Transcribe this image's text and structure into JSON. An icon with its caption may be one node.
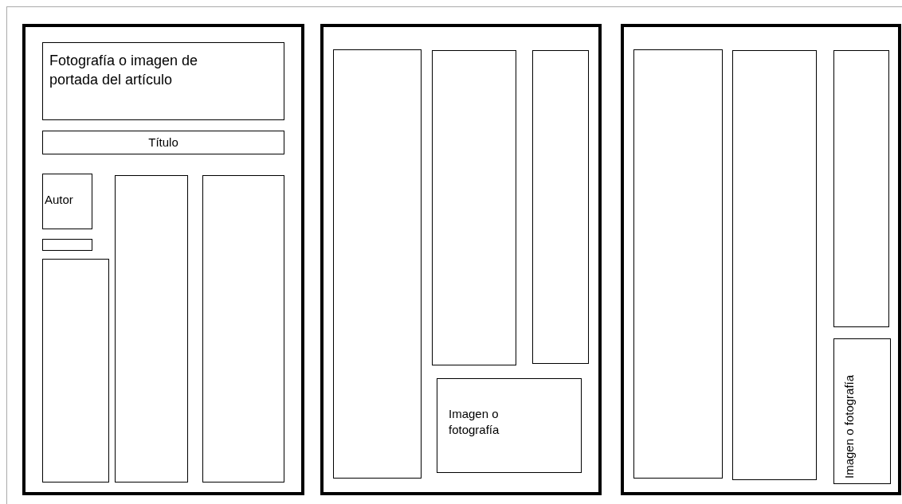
{
  "diagram": {
    "nodes": [
      {
        "text": [],
        "shape": "box"
      },
      {
        "text": [
          "Fotografía o imagen de portada del artículo"
        ],
        "in": 0
      },
      {
        "text": [
          "Título"
        ],
        "in": 0
      },
      {
        "text": [
          "Autor"
        ],
        "in": 0
      },
      {
        "text": [],
        "shape": "box",
        "in": 0
      },
      {
        "text": [],
        "shape": "box",
        "in": 0
      },
      {
        "text": [],
        "shape": "box",
        "in": 0
      },
      {
        "text": [],
        "shape": "box",
        "in": 0
      },
      {
        "text": [],
        "shape": "box"
      },
      {
        "text": [],
        "shape": "box",
        "in": 8
      },
      {
        "text": [],
        "shape": "box",
        "in": 8
      },
      {
        "text": [],
        "shape": "box",
        "in": 8
      },
      {
        "text": [
          "Imagen o fotografía"
        ],
        "in": 8
      },
      {
        "text": [],
        "shape": "box"
      },
      {
        "text": [],
        "shape": "box",
        "in": 13
      },
      {
        "text": [],
        "shape": "box",
        "in": 13
      },
      {
        "text": [],
        "shape": "box",
        "in": 13
      },
      {
        "text": [
          "Imagen o fotografía"
        ],
        "in": 13
      }
    ]
  }
}
